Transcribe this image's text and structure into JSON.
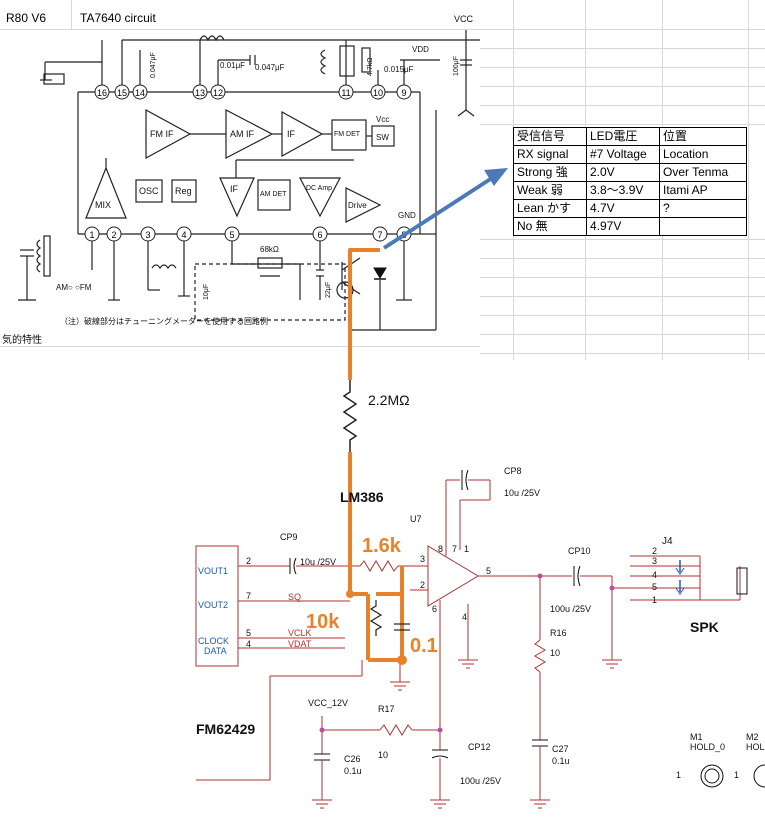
{
  "sheet": {
    "cell_a1": "R80 V6",
    "cell_b1": "TA7640 circuit",
    "vcc_label": "VCC",
    "footnote": "（注）破線部分はチューニングメーターを使用する回路例",
    "caption_line": "気的特性"
  },
  "ic_diagram": {
    "pins": [
      "1",
      "2",
      "3",
      "4",
      "5",
      "6",
      "7",
      "8",
      "9",
      "10",
      "11",
      "12",
      "13",
      "14",
      "15",
      "16"
    ],
    "blocks": {
      "fm_if": "FM IF",
      "am_if": "AM IF",
      "if": "IF",
      "fm_det": "FM DET",
      "sw": "SW",
      "mix": "MIX",
      "osc": "OSC",
      "reg": "Reg",
      "if2": "IF",
      "am_det": "AM DET",
      "dc_amp": "DC Amp",
      "drive": "Drive"
    },
    "labels": {
      "vcc_block": "Vcc",
      "vdd": "VDD",
      "gnd": "GND",
      "am_fm": "AM○ ○FM",
      "cap_0047a": "0.047μF",
      "cap_001": "0.01μF",
      "cap_0047b": "0.047μF",
      "res_47k": "4.7kΩ",
      "cap_0015": "0.015μF",
      "cap_100": "100μF",
      "res_68k": "68kΩ",
      "cap_22": "22μF",
      "cap_10": "10μF"
    }
  },
  "led_table": {
    "rows": [
      [
        "受信信号",
        "LED電圧",
        "位置"
      ],
      [
        "RX signal",
        "#7 Voltage",
        "Location"
      ],
      [
        "Strong 強",
        "2.0V",
        "Over Tenma"
      ],
      [
        "Weak  弱",
        "3.8～3.9V",
        "Itami AP"
      ],
      [
        "Lean  かす",
        "4.7V",
        "?"
      ],
      [
        "No  無",
        "4.97V",
        ""
      ]
    ]
  },
  "annotations": {
    "resistor_22m": "2.2MΩ",
    "r_16k": "1.6k",
    "r_10k": "10k",
    "c_01": "0.1"
  },
  "schematic": {
    "lm386": "LM386",
    "u7": "U7",
    "cp8": "CP8",
    "cp8_val": "10u /25V",
    "cp9": "CP9",
    "cp9_val": "10u /25V",
    "cp10": "CP10",
    "cp10_val": "100u /25V",
    "r16": "R16",
    "r16_val": "10",
    "r17": "R17",
    "r17_val": "10",
    "c26": "C26",
    "c26_val": "0.1u",
    "cp12": "CP12",
    "cp12_val": "100u /25V",
    "c27": "C27",
    "c27_val": "0.1u",
    "vcc12": "VCC_12V",
    "j4": "J4",
    "spk": "SPK",
    "fm_chip": "FM62429",
    "vout1": "VOUT1",
    "vout2": "VOUT2",
    "clock": "CLOCK",
    "data": "DATA",
    "sq": "SQ",
    "vclk": "VCLK",
    "vdat": "VDAT",
    "m1": "M1",
    "m1_sub": "HOLD_0",
    "m2": "M2",
    "m2_sub": "HOLD",
    "pin2": "2",
    "pin7": "7",
    "pin5": "5",
    "pin4": "4",
    "op_p3": "3",
    "op_p2": "2",
    "op_p8": "8",
    "op_p7": "7",
    "op_p1": "1",
    "op_p6": "6",
    "op_p4": "4",
    "op_p5": "5",
    "j4_p2": "2",
    "j4_p3": "3",
    "j4_p4": "4",
    "j4_p5": "5",
    "j4_p1": "1",
    "m1_pin": "1",
    "m2_pin": "1",
    "res_68k": "68kΩ"
  },
  "colors": {
    "highlight": "#e8822a",
    "arrow": "#4a7ab8",
    "wire_red": "#b03030",
    "junction": "#c04aa0"
  }
}
